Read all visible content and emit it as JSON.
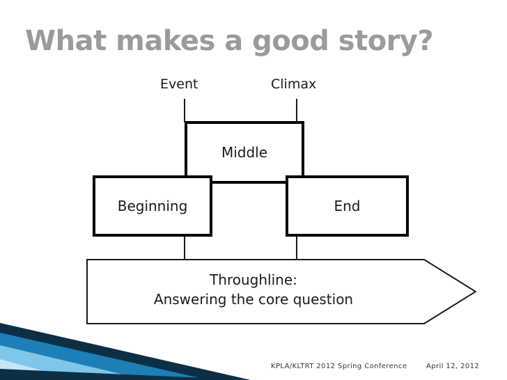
{
  "slide": {
    "title": "What makes a good story?",
    "labels": {
      "event": "Event",
      "climax": "Climax"
    },
    "boxes": {
      "middle": "Middle",
      "beginning": "Beginning",
      "end": "End"
    },
    "banner": {
      "line1": "Throughline:",
      "line2": "Answering the core question"
    }
  },
  "footer": {
    "conference": "KPLA/KLTRT 2012 Spring Conference",
    "date": "April 12, 2012"
  },
  "colors": {
    "title": "#9b9b9b",
    "outline": "#000000",
    "text": "#1a1a1a",
    "accent_blue": "#1c7fb5",
    "accent_dark": "#0d2f45"
  }
}
